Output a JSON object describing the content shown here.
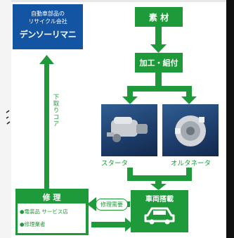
{
  "brand": {
    "small_line1": "自動車部品の",
    "small_line2": "リサイクル会社",
    "name": "デンソーリマニ"
  },
  "flow": {
    "material": "素 材",
    "processing": "加工・組付",
    "starter": "スタータ",
    "alternator": "オルタネータ",
    "vehicle": "車両搭載",
    "repair_demand": "修理需要",
    "trade_in": "下取りコア"
  },
  "repair": {
    "title": "修 理",
    "items": [
      "●電装品 サービス店",
      "●修理業者"
    ]
  },
  "colors": {
    "green": "#1f9a3a",
    "blue": "#1455a3",
    "arrow": "#1f9a3a"
  }
}
